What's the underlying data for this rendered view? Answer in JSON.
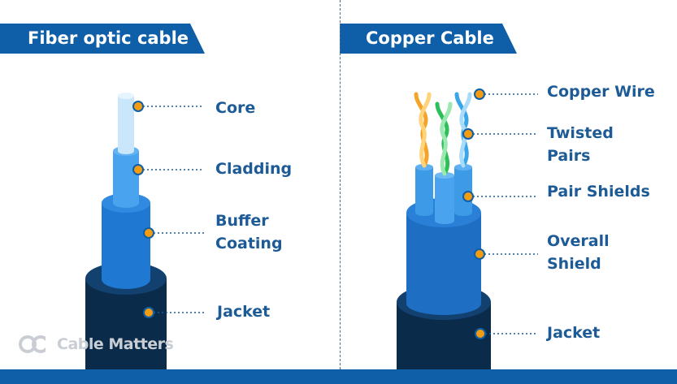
{
  "fiber": {
    "title": "Fiber optic cable",
    "labels": {
      "core": "Core",
      "cladding": "Cladding",
      "buffer_line1": "Buffer",
      "buffer_line2": "Coating",
      "jacket": "Jacket"
    }
  },
  "copper": {
    "title": "Copper Cable",
    "labels": {
      "copper_wire": "Copper Wire",
      "twisted_line1": "Twisted",
      "twisted_line2": "Pairs",
      "pair_shields": "Pair Shields",
      "overall_line1": "Overall",
      "overall_line2": "Shield",
      "jacket": "Jacket"
    }
  },
  "logo": {
    "text": "Cable Matters",
    "icon": "cable-matters-logo-icon"
  },
  "colors": {
    "banner": "#0f5fa8",
    "label_text": "#1d5b96",
    "core": "#c9e6fb",
    "cladding": "#4aa3ee",
    "buffer": "#1f78d1",
    "jacket": "#0b2b4a",
    "copper_shield": "#1e6ec4",
    "pair_shield": "#3c9ae6",
    "marker": "#f39c12"
  }
}
